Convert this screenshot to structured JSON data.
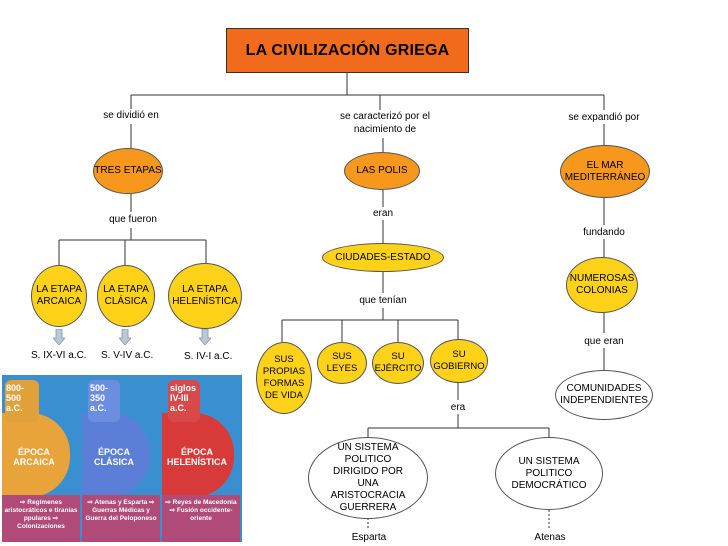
{
  "title": "LA CIVILIZACIÓN GRIEGA",
  "branches": {
    "left_label": "se dividió en",
    "center_label": "se caracterizó por el nacimiento de",
    "right_label": "se expandió por"
  },
  "left": {
    "node": "TRES ETAPAS",
    "link": "que fueron",
    "stages": [
      {
        "label": "LA ETAPA ARCAICA",
        "century": "S. IX-VI a.C."
      },
      {
        "label": "LA ETAPA CLÁSICA",
        "century": "S. V-IV a.C."
      },
      {
        "label": "LA ETAPA HELENÍSTICA",
        "century": "S. IV-I a.C."
      }
    ]
  },
  "center": {
    "node": "LAS POLIS",
    "link1": "eran",
    "node2": "CIUDADES-ESTADO",
    "link2": "que tenían",
    "items": [
      "SUS PROPIAS FORMAS DE VIDA",
      "SUS LEYES",
      "SU EJÉRCITO",
      "SU GOBIERNO"
    ],
    "link3": "era",
    "gov1": "UN SISTEMA POLITICO DIRIGIDO POR UNA ARISTOCRACIA GUERRERA",
    "gov2": "UN SISTEMA POLITICO DEMOCRÁTICO",
    "city1": "Esparta",
    "city2": "Atenas"
  },
  "right": {
    "node": "EL MAR MEDITERRÁNEO",
    "link1": "fundando",
    "node2": "NUMEROSAS COLONIAS",
    "link2": "que eran",
    "node3": "COMUNIDADES INDEPENDIENTES"
  },
  "image": {
    "cols": [
      {
        "date": "800- 500 a.C.",
        "name": "ÉPOCA ARCAICA",
        "bullets": "⇨ Regímenes aristocráticos e tiranías ppulares ⇨ Colonizaciones",
        "color": "#e8a33a"
      },
      {
        "date": "500- 350 a.C.",
        "name": "ÉPOCA CLÁSICA",
        "bullets": "⇨ Atenas y Esparta ⇨ Guerras Médicas y Guerra del Peloponeso",
        "color": "#5b7fd6"
      },
      {
        "date": "siglos IV-III a.C.",
        "name": "ÉPOCA HELENÍSTICA",
        "bullets": "⇨ Reyes de Macedonia ⇨ Fusión occidente-oriente",
        "color": "#d83a3a"
      }
    ]
  }
}
